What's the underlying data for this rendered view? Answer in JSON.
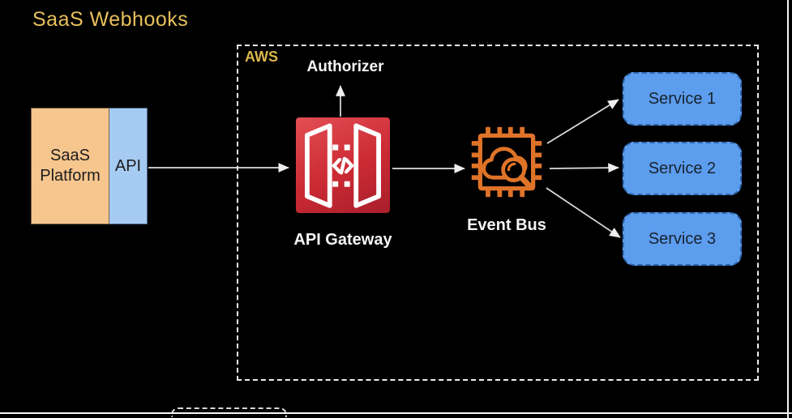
{
  "title": "SaaS Webhooks",
  "diagram": {
    "saas_platform": {
      "label": "SaaS Platform"
    },
    "api": {
      "label": "API"
    },
    "aws_group": {
      "label": "AWS"
    },
    "authorizer": {
      "label": "Authorizer"
    },
    "api_gateway": {
      "label": "API Gateway"
    },
    "event_bus": {
      "label": "Event Bus"
    },
    "services": [
      {
        "label": "Service 1"
      },
      {
        "label": "Service 2"
      },
      {
        "label": "Service 3"
      }
    ]
  },
  "colors": {
    "background": "#000000",
    "title_text": "#E8C05C",
    "aws_group_label": "#DCB64C",
    "aws_group_border": "#EDEDED",
    "saas_platform_fill": "#F6C68E",
    "api_fill": "#A6CBF2",
    "service_fill": "#5C9DEE",
    "service_border": "#2E66AD",
    "api_gateway_red": "#CB2A34",
    "event_bus_orange": "#DF7328",
    "arrow": "#E0E0E0",
    "box_text": "#1C1C1C",
    "white_label_text": "#F5F5F5"
  }
}
